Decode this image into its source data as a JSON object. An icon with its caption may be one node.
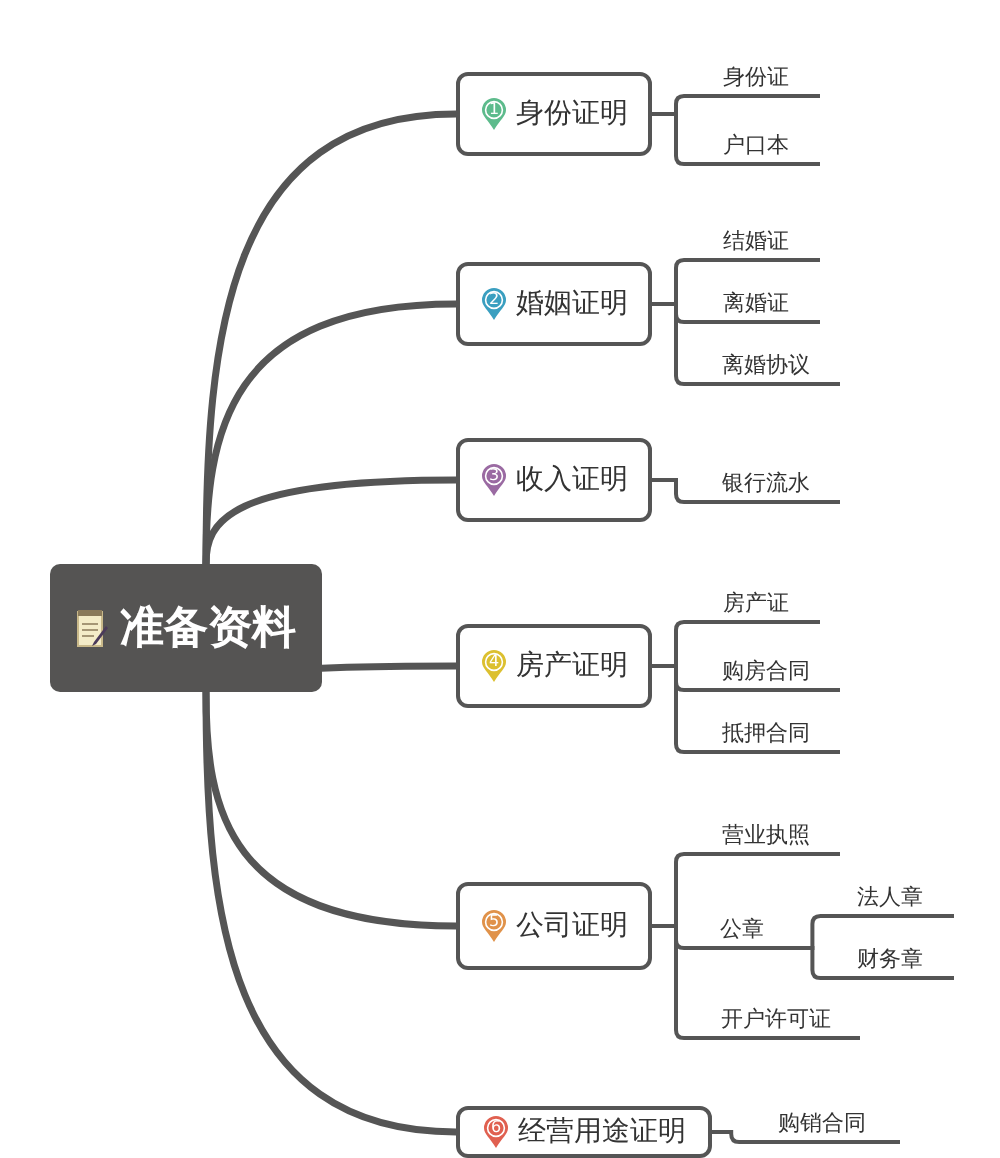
{
  "diagram": {
    "nodes": [
      {
        "text": [
          "准备资料"
        ]
      },
      {
        "text": [
          "1",
          "身份证明"
        ]
      },
      {
        "text": [
          "身份证"
        ]
      },
      {
        "text": [
          "户口本"
        ]
      },
      {
        "text": [
          "2",
          "婚姻证明"
        ]
      },
      {
        "text": [
          "结婚证"
        ]
      },
      {
        "text": [
          "离婚证"
        ]
      },
      {
        "text": [
          "离婚协议"
        ]
      },
      {
        "text": [
          "3",
          "收入证明"
        ]
      },
      {
        "text": [
          "银行流水"
        ]
      },
      {
        "text": [
          "4",
          "房产证明"
        ]
      },
      {
        "text": [
          "房产证"
        ]
      },
      {
        "text": [
          "购房合同"
        ]
      },
      {
        "text": [
          "抵押合同"
        ]
      },
      {
        "text": [
          "5",
          "公司证明"
        ]
      },
      {
        "text": [
          "营业执照"
        ]
      },
      {
        "text": [
          "公章"
        ]
      },
      {
        "text": [
          "法人章"
        ]
      },
      {
        "text": [
          "财务章"
        ]
      },
      {
        "text": [
          "开户许可证"
        ]
      },
      {
        "text": [
          "6",
          "经营用途证明"
        ]
      },
      {
        "text": [
          "购销合同"
        ]
      }
    ],
    "edges": [
      {
        "from": 0,
        "to": 1,
        "arrow": "none"
      },
      {
        "from": 0,
        "to": 4,
        "arrow": "none"
      },
      {
        "from": 0,
        "to": 8,
        "arrow": "none"
      },
      {
        "from": 0,
        "to": 10,
        "arrow": "none"
      },
      {
        "from": 0,
        "to": 14,
        "arrow": "none"
      },
      {
        "from": 0,
        "to": 20,
        "arrow": "none"
      },
      {
        "from": 1,
        "to": 2,
        "arrow": "none"
      },
      {
        "from": 1,
        "to": 3,
        "arrow": "none"
      },
      {
        "from": 4,
        "to": 5,
        "arrow": "none"
      },
      {
        "from": 4,
        "to": 6,
        "arrow": "none"
      },
      {
        "from": 4,
        "to": 7,
        "arrow": "none"
      },
      {
        "from": 8,
        "to": 9,
        "arrow": "none"
      },
      {
        "from": 10,
        "to": 11,
        "arrow": "none"
      },
      {
        "from": 10,
        "to": 12,
        "arrow": "none"
      },
      {
        "from": 10,
        "to": 13,
        "arrow": "none"
      },
      {
        "from": 14,
        "to": 15,
        "arrow": "none"
      },
      {
        "from": 14,
        "to": 16,
        "arrow": "none"
      },
      {
        "from": 14,
        "to": 19,
        "arrow": "none"
      },
      {
        "from": 16,
        "to": 17,
        "arrow": "none"
      },
      {
        "from": 16,
        "to": 18,
        "arrow": "none"
      },
      {
        "from": 20,
        "to": 21,
        "arrow": "none"
      }
    ]
  }
}
